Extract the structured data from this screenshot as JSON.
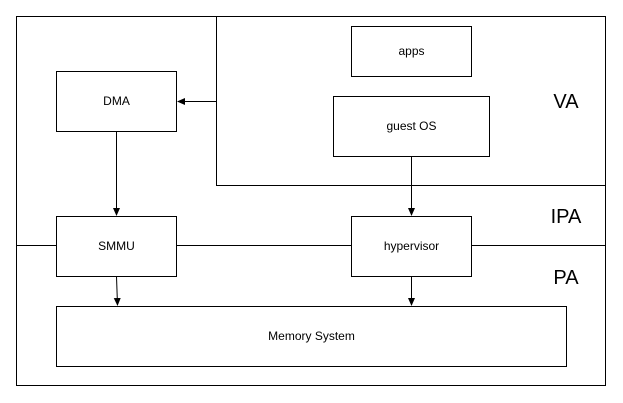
{
  "regions": {
    "va": "VA",
    "ipa": "IPA",
    "pa": "PA"
  },
  "boxes": {
    "apps": "apps",
    "guest_os": "guest OS",
    "dma": "DMA",
    "smmu": "SMMU",
    "hypervisor": "hypervisor",
    "memory_system": "Memory System"
  },
  "colors": {
    "stroke": "#000000",
    "fill": "#ffffff"
  }
}
